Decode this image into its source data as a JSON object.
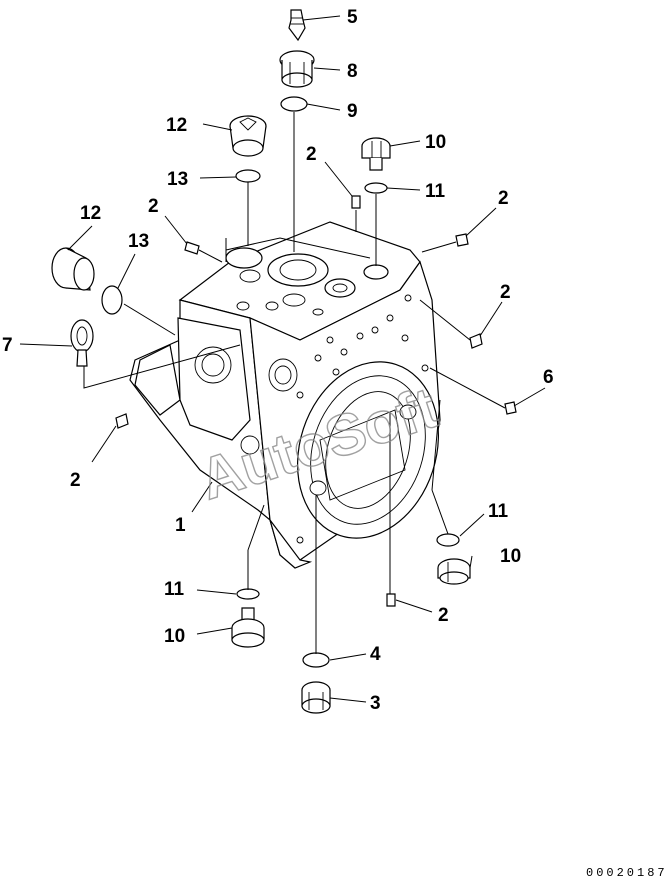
{
  "diagram": {
    "watermark": "AutoSoft",
    "drawing_number": "00020187",
    "callouts": [
      {
        "id": "c5",
        "label": "5"
      },
      {
        "id": "c8",
        "label": "8"
      },
      {
        "id": "c9",
        "label": "9"
      },
      {
        "id": "c12a",
        "label": "12"
      },
      {
        "id": "c10a",
        "label": "10"
      },
      {
        "id": "c2a",
        "label": "2"
      },
      {
        "id": "c13a",
        "label": "13"
      },
      {
        "id": "c11a",
        "label": "11"
      },
      {
        "id": "c2b",
        "label": "2"
      },
      {
        "id": "c12b",
        "label": "12"
      },
      {
        "id": "c13b",
        "label": "13"
      },
      {
        "id": "c2c",
        "label": "2"
      },
      {
        "id": "c2d",
        "label": "2"
      },
      {
        "id": "c7",
        "label": "7"
      },
      {
        "id": "c6",
        "label": "6"
      },
      {
        "id": "c2e",
        "label": "2"
      },
      {
        "id": "c1",
        "label": "1"
      },
      {
        "id": "c11b",
        "label": "11"
      },
      {
        "id": "c10b",
        "label": "10"
      },
      {
        "id": "c11c",
        "label": "11"
      },
      {
        "id": "c2f",
        "label": "2"
      },
      {
        "id": "c10c",
        "label": "10"
      },
      {
        "id": "c4",
        "label": "4"
      },
      {
        "id": "c3",
        "label": "3"
      }
    ]
  }
}
